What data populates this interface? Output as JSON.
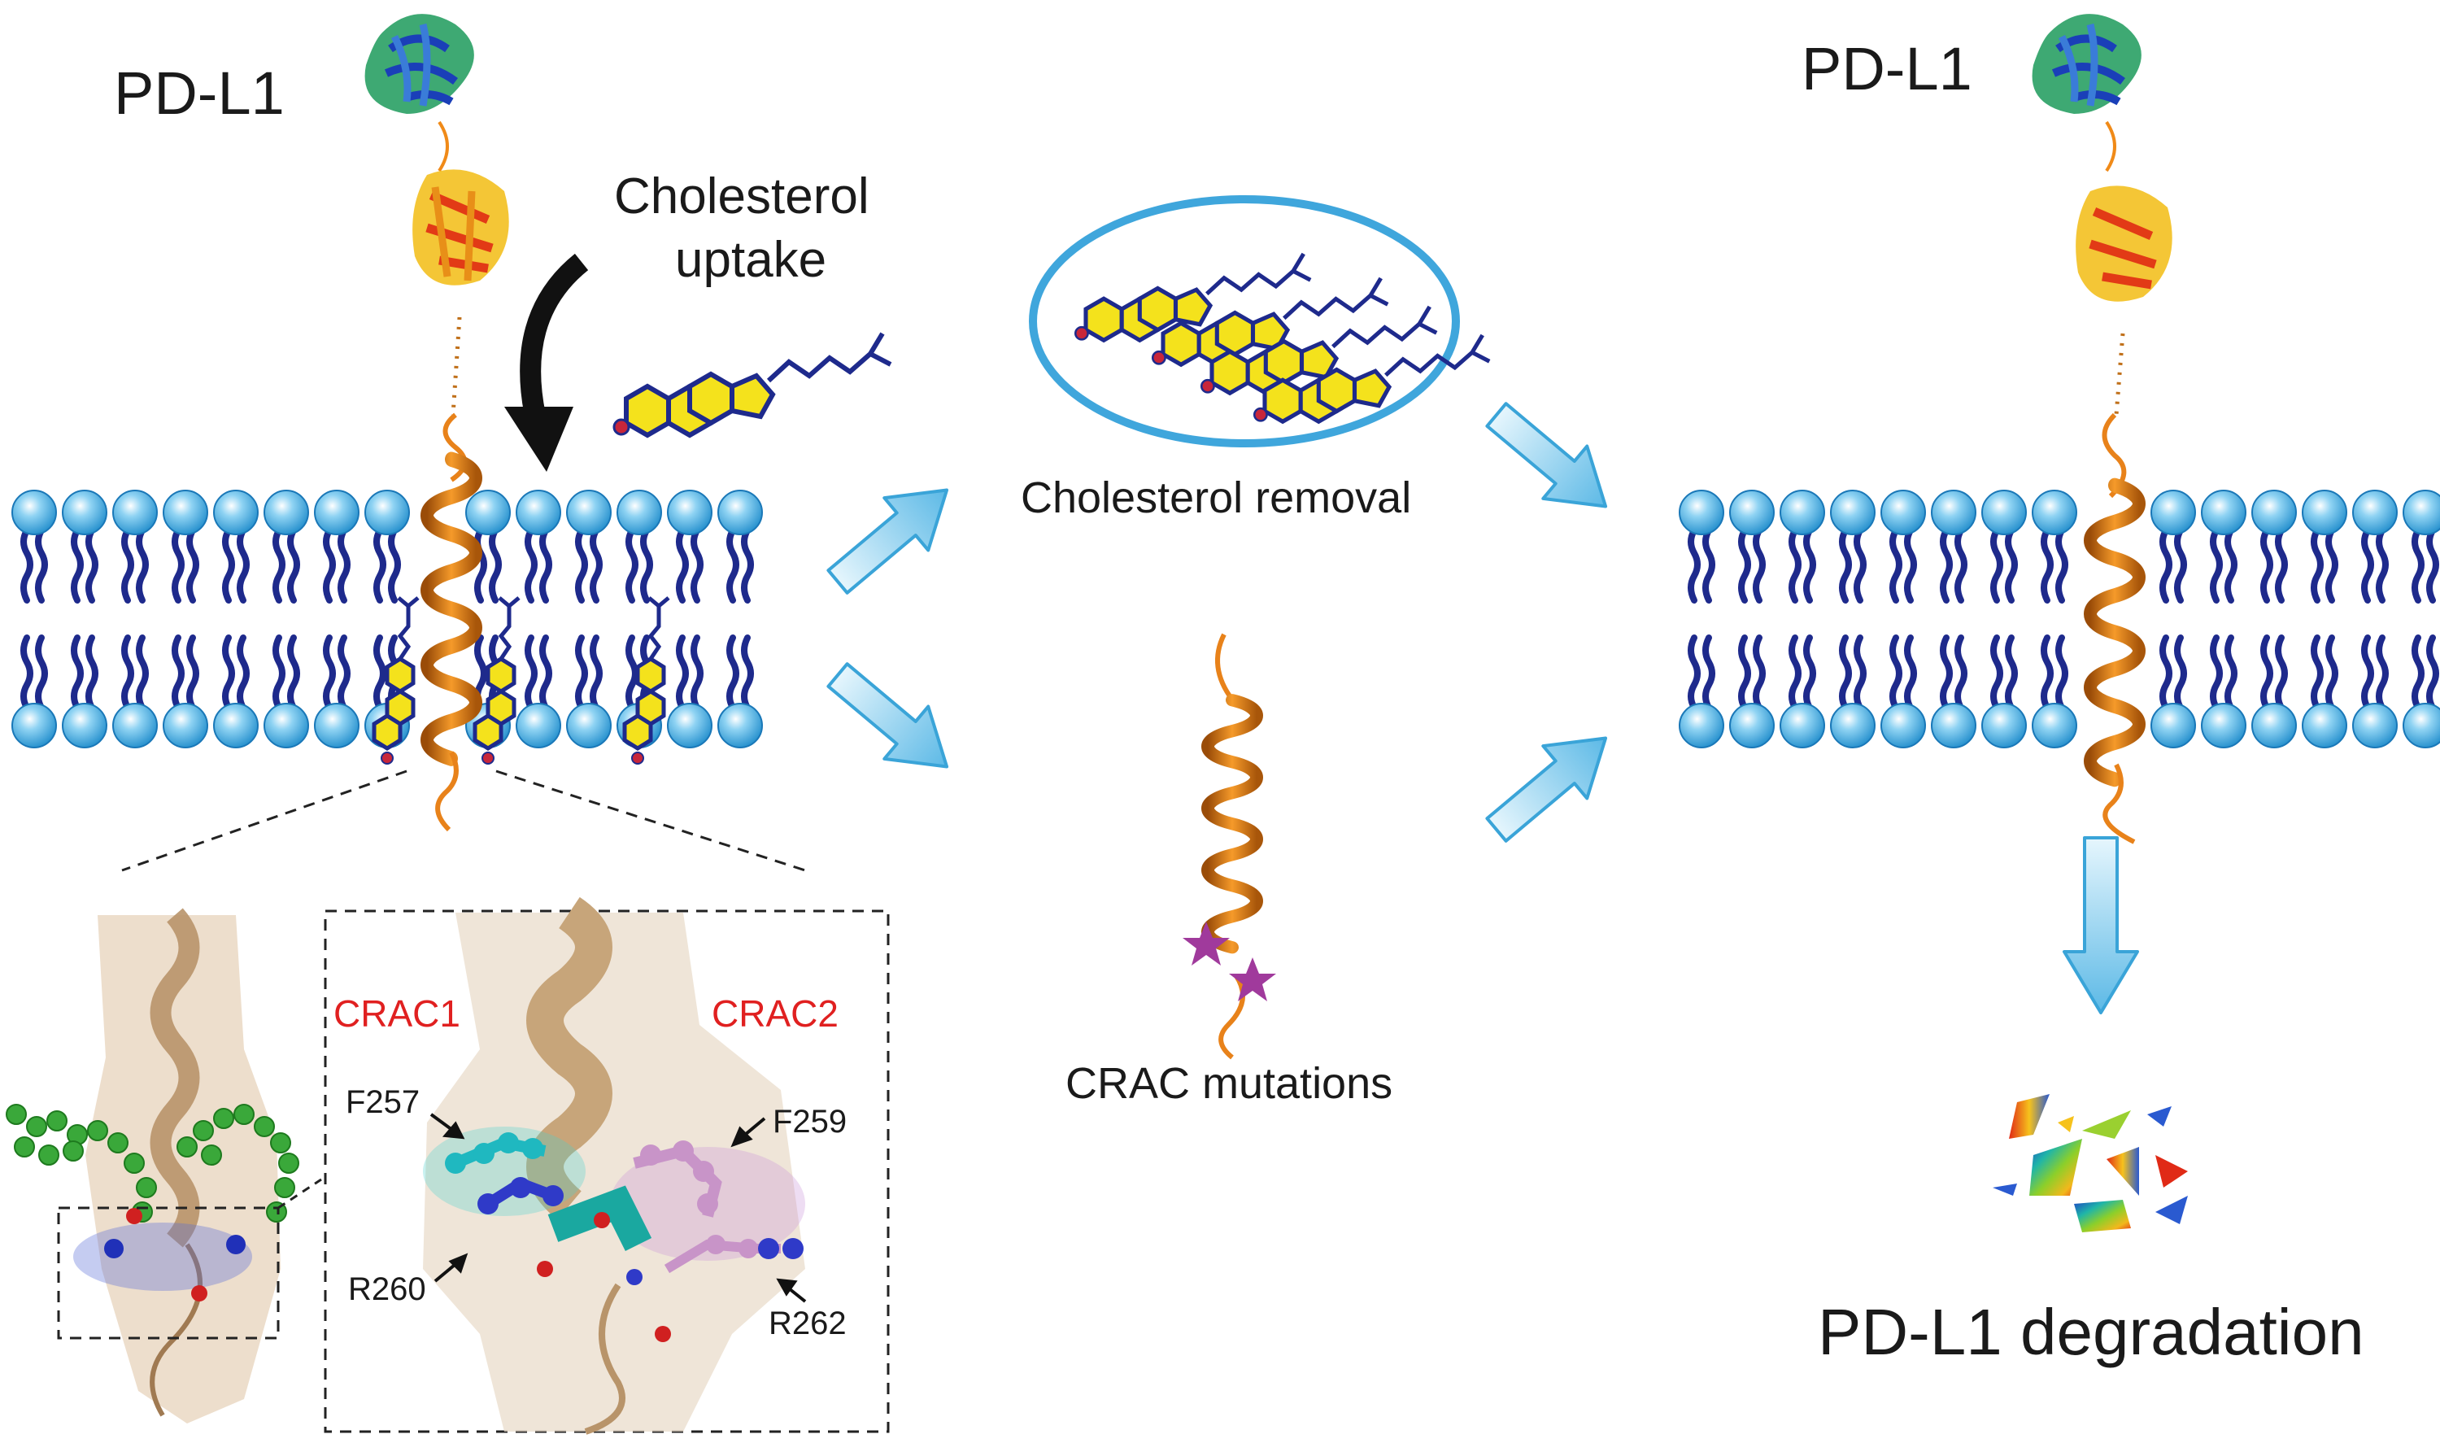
{
  "labels": {
    "left_protein": "PD-L1",
    "right_protein": "PD-L1",
    "uptake": [
      "Cholesterol",
      "uptake"
    ],
    "removal": "Cholesterol removal",
    "mutations": "CRAC mutations",
    "degradation": "PD-L1 degradation",
    "crac1": "CRAC1",
    "crac2": "CRAC2",
    "f257": "F257",
    "f259": "F259",
    "r260": "R260",
    "r262": "R262"
  },
  "colors": {
    "lipid_head": "#2a9fd8",
    "lipid_tail": "#1e2a8c",
    "helix": "#e8821a",
    "arrow": "#8ad0ee",
    "sterol_fill": "#f4e21c",
    "crac_label": "#e02020",
    "star": "#a03a9c"
  }
}
